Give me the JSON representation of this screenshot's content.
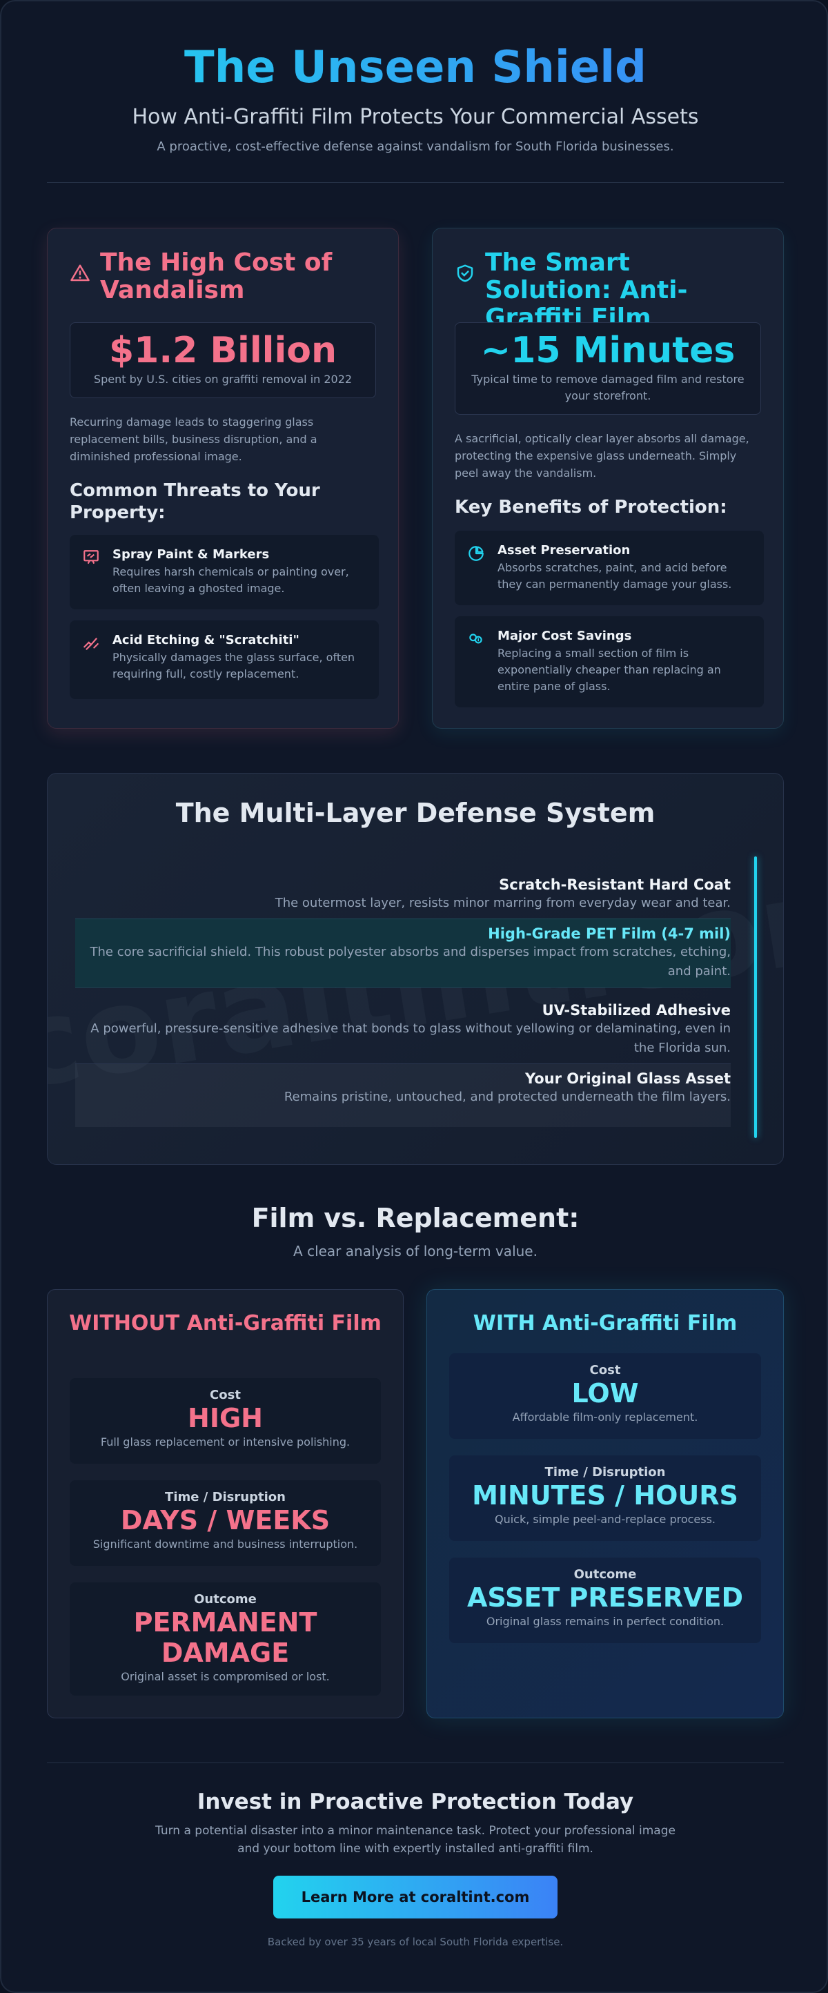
{
  "header": {
    "title": "The Unseen Shield",
    "subtitle": "How Anti-Graffiti Film Protects Your Commercial Assets",
    "tagline": "A proactive, cost-effective defense against vandalism for South Florida businesses."
  },
  "cost_card": {
    "title": "The High Cost of Vandalism",
    "icon": "warning-icon",
    "stat_value": "$1.2 Billion",
    "stat_label": "Spent by U.S. cities on graffiti removal in 2022",
    "body": "Recurring damage leads to staggering glass replacement bills, business disruption, and a diminished professional image.",
    "section_title": "Common Threats to Your Property:",
    "items": [
      {
        "icon": "easel-icon",
        "title": "Spray Paint & Markers",
        "desc": "Requires harsh chemicals or painting over, often leaving a ghosted image."
      },
      {
        "icon": "scratch-icon",
        "title": "Acid Etching & \"Scratchiti\"",
        "desc": "Physically damages the glass surface, often requiring full, costly replacement."
      }
    ]
  },
  "solution_card": {
    "title": "The Smart Solution: Anti-Graffiti Film",
    "icon": "shield-icon",
    "stat_value": "~15 Minutes",
    "stat_label": "Typical time to remove damaged film and restore your storefront.",
    "body": "A sacrificial, optically clear layer absorbs all damage, protecting the expensive glass underneath. Simply peel away the vandalism.",
    "section_title": "Key Benefits of Protection:",
    "items": [
      {
        "icon": "pie-icon",
        "title": "Asset Preservation",
        "desc": "Absorbs scratches, paint, and acid before they can permanently damage your glass."
      },
      {
        "icon": "coins-icon",
        "title": "Major Cost Savings",
        "desc": "Replacing a small section of film is exponentially cheaper than replacing an entire pane of glass."
      }
    ]
  },
  "layers": {
    "title": "The Multi-Layer Defense System",
    "watermark": "coraltint.com",
    "items": [
      {
        "title": "Scratch-Resistant Hard Coat",
        "desc": "The outermost layer, resists minor marring from everyday wear and tear."
      },
      {
        "title": "High-Grade PET Film (4-7 mil)",
        "desc": "The core sacrificial shield. This robust polyester absorbs and disperses impact from scratches, etching, and paint."
      },
      {
        "title": "UV-Stabilized Adhesive",
        "desc": "A powerful, pressure-sensitive adhesive that bonds to glass without yellowing or delaminating, even in the Florida sun."
      },
      {
        "title": "Your Original Glass Asset",
        "desc": "Remains pristine, untouched, and protected underneath the film layers."
      }
    ]
  },
  "comparison": {
    "title": "Film vs. Replacement:",
    "subtitle": "A clear analysis of long-term value.",
    "without": {
      "title": "WITHOUT Anti-Graffiti Film",
      "rows": [
        {
          "label": "Cost",
          "value": "HIGH",
          "note": "Full glass replacement or intensive polishing."
        },
        {
          "label": "Time / Disruption",
          "value": "DAYS / WEEKS",
          "note": "Significant downtime and business interruption."
        },
        {
          "label": "Outcome",
          "value": "PERMANENT DAMAGE",
          "note": "Original asset is compromised or lost."
        }
      ]
    },
    "with": {
      "title": "WITH Anti-Graffiti Film",
      "rows": [
        {
          "label": "Cost",
          "value": "LOW",
          "note": "Affordable film-only replacement."
        },
        {
          "label": "Time / Disruption",
          "value": "MINUTES / HOURS",
          "note": "Quick, simple peel-and-replace process."
        },
        {
          "label": "Outcome",
          "value": "ASSET PRESERVED",
          "note": "Original glass remains in perfect condition."
        }
      ]
    }
  },
  "cta": {
    "title": "Invest in Proactive Protection Today",
    "text": "Turn a potential disaster into a minor maintenance task. Protect your professional image and your bottom line with expertly installed anti-graffiti film.",
    "button": "Learn More at coraltint.com",
    "footnote": "Backed by over 35 years of local South Florida expertise."
  },
  "colors": {
    "accent_cyan": "#22d3ee",
    "accent_blue": "#3b82f6",
    "danger": "#f4728b",
    "background": "#0f1728"
  }
}
